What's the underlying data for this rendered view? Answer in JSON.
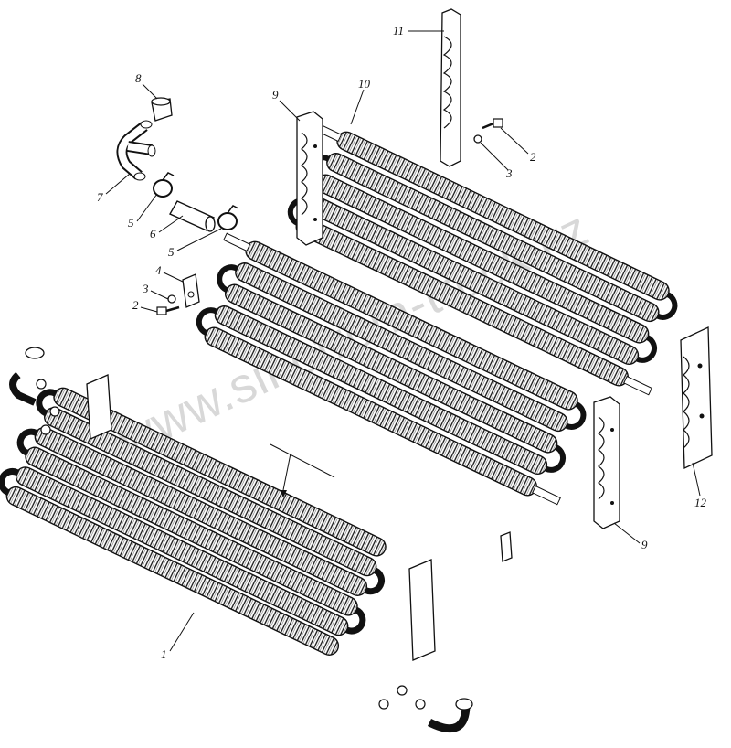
{
  "watermark": "www.sinotrom-truck.kz",
  "colors": {
    "line": "#111111",
    "coil": "#ffffff",
    "shade": "#d9d9d9",
    "watermark": "#b9b9b9"
  },
  "callouts": {
    "c1": "1",
    "c2a": "2",
    "c2b": "2",
    "c3a": "3",
    "c3b": "3",
    "c4": "4",
    "c5a": "5",
    "c5b": "5",
    "c6": "6",
    "c7": "7",
    "c8": "8",
    "c9a": "9",
    "c9b": "9",
    "c10": "10",
    "c11": "11",
    "c12": "12"
  },
  "icons": [
    "finned-tube-coil",
    "mounting-bracket",
    "hose-clamp",
    "rubber-hose",
    "elbow-pipe",
    "plug",
    "bolt",
    "washer"
  ]
}
